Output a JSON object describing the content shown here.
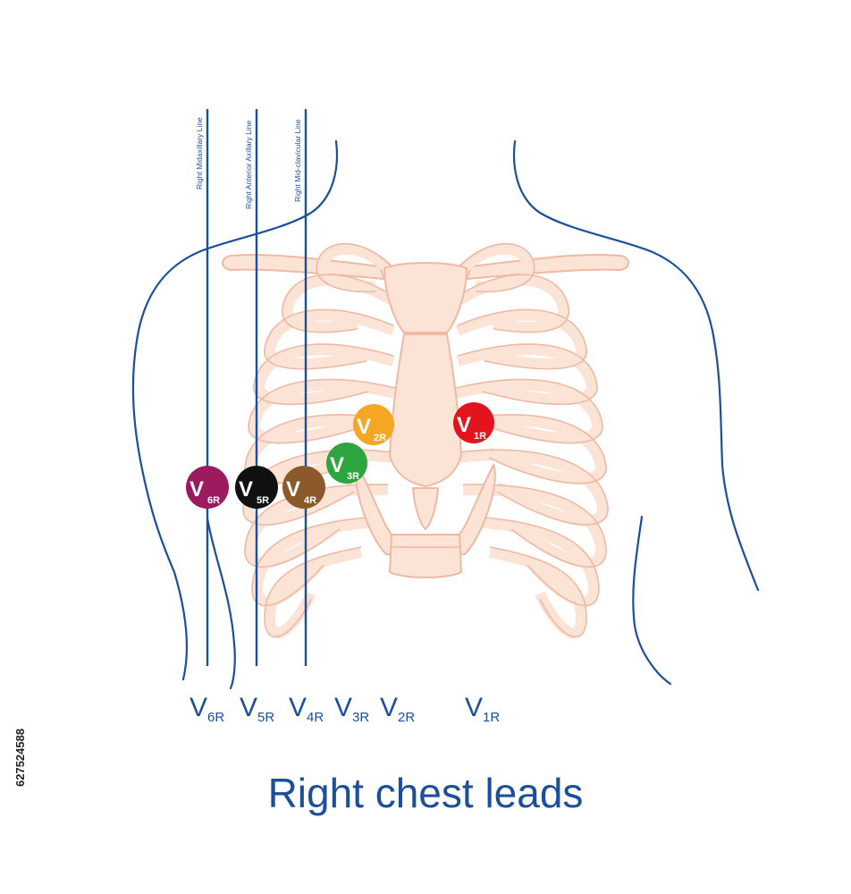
{
  "title": "Right chest leads",
  "reference_lines": [
    {
      "label": "Right Midaxillary Line"
    },
    {
      "label": "Right Anterior Axillary Line"
    },
    {
      "label": "Right Mid-clavicular Line"
    }
  ],
  "electrodes": [
    {
      "main": "V",
      "sub": "1R",
      "color": "#e3141b"
    },
    {
      "main": "V",
      "sub": "2R",
      "color": "#f5a623"
    },
    {
      "main": "V",
      "sub": "3R",
      "color": "#2ea640"
    },
    {
      "main": "V",
      "sub": "4R",
      "color": "#8b5a2b"
    },
    {
      "main": "V",
      "sub": "5R",
      "color": "#111111"
    },
    {
      "main": "V",
      "sub": "6R",
      "color": "#9c1a5e"
    }
  ],
  "bottom_labels": [
    {
      "main": "V",
      "sub": "6R"
    },
    {
      "main": "V",
      "sub": "5R"
    },
    {
      "main": "V",
      "sub": "4R"
    },
    {
      "main": "V",
      "sub": "3R"
    },
    {
      "main": "V",
      "sub": "2R"
    },
    {
      "main": "V",
      "sub": "1R"
    }
  ],
  "stock_id": "627524588",
  "colors": {
    "outline": "#1b4f9c",
    "bone_fill": "#fbe3d6",
    "bone_stroke": "#efb9a3"
  }
}
